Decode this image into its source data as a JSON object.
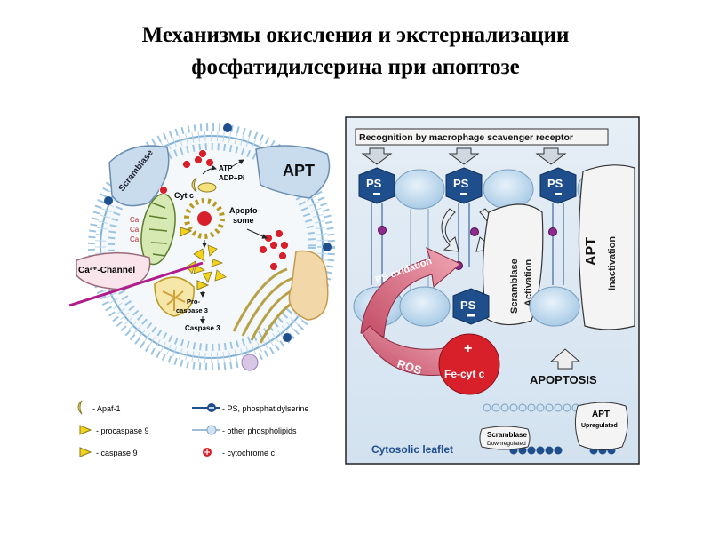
{
  "slide": {
    "title_line1": "Механизмы окисления и экстернализации",
    "title_line2": "фосфатидилсерина при апоптозе"
  },
  "left_diagram": {
    "scramblase": "Scramblase",
    "apt": "APT",
    "atp": "ATP",
    "adp_pi": "ADP+Pi",
    "cyt_c": "Cyt c",
    "apoptosome_1": "Apopto-",
    "apoptosome_2": "some",
    "ca2": "Ca",
    "ca_channel": "Ca²⁺-Channel",
    "procaspase3_1": "Pro-",
    "procaspase3_2": "caspase 3",
    "caspase3": "Caspase 3"
  },
  "legend": [
    {
      "icon": "apaf-icon",
      "label": "- Apaf-1"
    },
    {
      "icon": "procaspase9-icon",
      "label": "- procaspase 9"
    },
    {
      "icon": "caspase9-icon",
      "label": "- caspase 9"
    },
    {
      "icon": "ps-icon",
      "label": "- PS, phosphatidylserine"
    },
    {
      "icon": "phospholipid-icon",
      "label": "- other phospholipids"
    },
    {
      "icon": "cytochrome-icon",
      "label": "- cytochrome c"
    }
  ],
  "right_diagram": {
    "recognition": "Recognition by macrophage scavenger receptor",
    "ps": "PS",
    "ps_oxidation": "PS oxidation",
    "ros": "ROS",
    "fe_cyt": "Fe-cyt c",
    "plus": "+",
    "scramblase_activation_1": "Scramblase",
    "scramblase_activation_2": "Activation",
    "apt": "APT",
    "apt_inactivation": "Inactivation",
    "apoptosis": "APOPTOSIS",
    "apt_small": "APT",
    "upregulated": "Upregulated",
    "scramblase_small": "Scramblase",
    "downregulated": "Downregulated",
    "cytosolic_leaflet": "Cytosolic leaflet"
  },
  "colors": {
    "ps_blue": "#1f4e8c",
    "lipid_blue": "#cfe3f2",
    "cyt_red": "#d8202a",
    "arrow_pink": "#d86a7e",
    "frame_bg": "#dce8f3",
    "procaspase_yellow": "#f2d21a"
  }
}
